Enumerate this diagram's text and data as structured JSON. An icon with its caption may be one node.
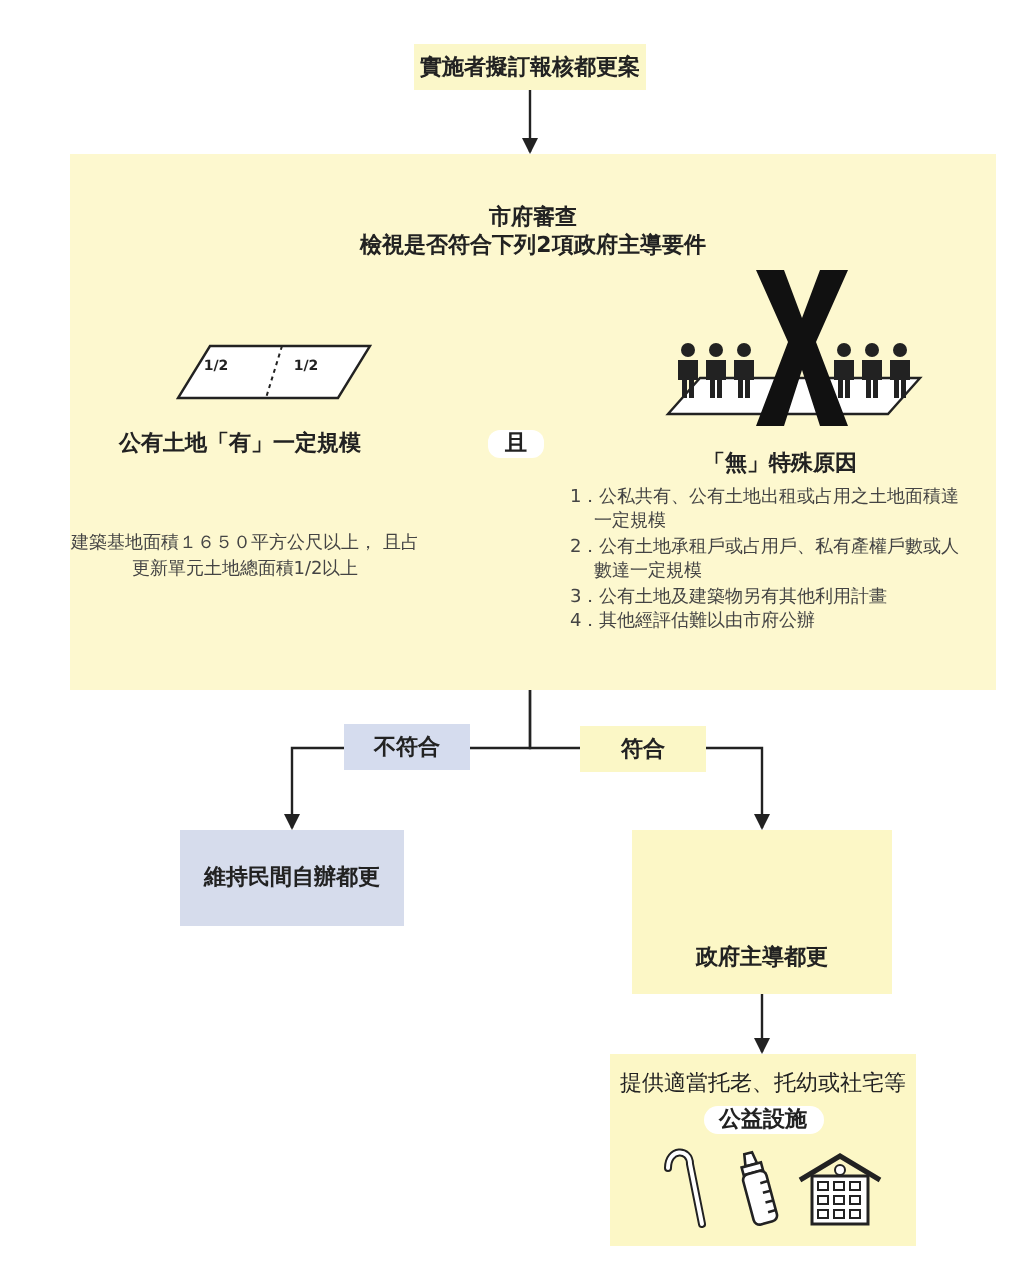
{
  "diagram": {
    "nodes": [
      {
        "text": [
          "實施者擬訂報核都更案"
        ]
      },
      {
        "text": [
          "市府審查",
          "檢視是否符合下列2項政府主導要件"
        ]
      },
      {
        "text": [
          "維持民間自辦都更"
        ]
      },
      {
        "text": [
          "政府主導都更"
        ]
      },
      {
        "text": [
          "提供適當托老、托幼或社宅等",
          "公益設施"
        ]
      }
    ],
    "edges": [
      {
        "from": 0,
        "to": 1,
        "arrow": "to"
      },
      {
        "from": 1,
        "to": 2,
        "arrow": "to",
        "label": "不符合"
      },
      {
        "from": 1,
        "to": 3,
        "arrow": "to",
        "label": "符合"
      },
      {
        "from": 3,
        "to": 4,
        "arrow": "to"
      }
    ],
    "labels": [
      "1/2",
      "1/2",
      "公有土地「有」一定規模",
      "且",
      "「無」特殊原因",
      "建築基地面積１６５０平方公尺以上， 且占更新單元土地總面積1/2以上",
      "1．公私共有、公有土地出租或占用之土地面積達一定規模",
      "2．公有土地承租戶或占用戶、私有產權戶數或人數達一定規模",
      "3．公有土地及建築物另有其他利用計畫",
      "4．其他經評估難以由市府公辦"
    ]
  }
}
